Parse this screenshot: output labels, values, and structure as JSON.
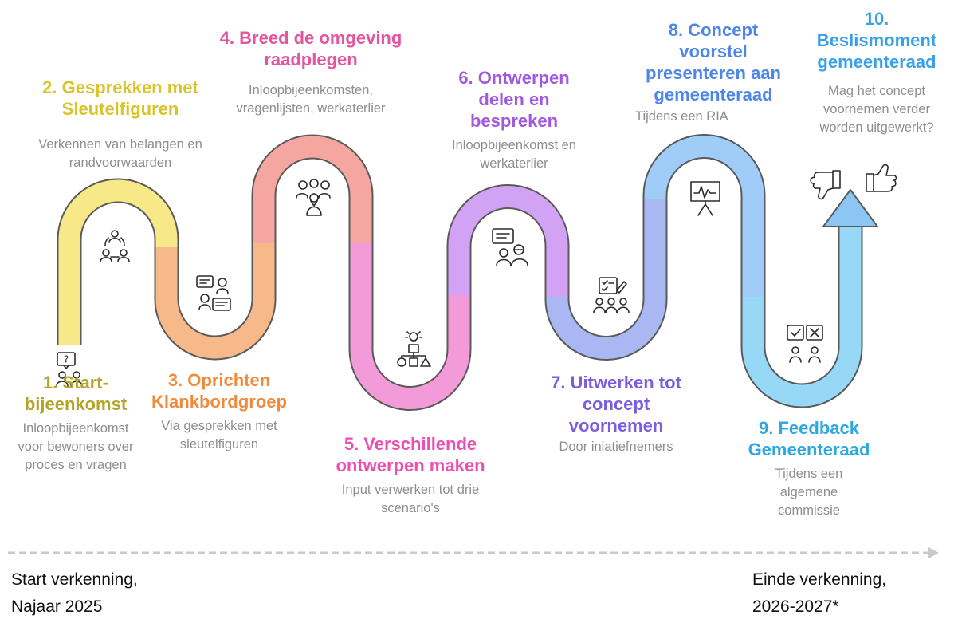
{
  "stages": [
    {
      "title": "1. Start-bijeenkomst",
      "description": "Inloopbijeenkomst voor bewoners over proces en vragen",
      "color": "#b5a42a"
    },
    {
      "title": "2. Gesprekken met Sleutelfiguren",
      "description": "Verkennen van belangen en randvoorwaarden",
      "color": "#d9c52b"
    },
    {
      "title": "3. Oprichten Klankbordgroep",
      "description": "Via gesprekken met sleutelfiguren",
      "color": "#f08a3c"
    },
    {
      "title": "4. Breed de omgeving raadplegen",
      "description": "Inloopbijeenkomsten, vragenlijsten, werkaterlier",
      "color": "#e3559f"
    },
    {
      "title": "5. Verschillende ontwerpen maken",
      "description": "Input verwerken tot drie scenario's",
      "color": "#ec4fb4"
    },
    {
      "title": "6. Ontwerpen delen en bespreken",
      "description": "Inloopbijeenkomst en werkaterlier",
      "color": "#a159e0"
    },
    {
      "title": "7. Uitwerken tot concept voornemen",
      "description": "Door iniatiefnemers",
      "color": "#7b5de0"
    },
    {
      "title": "8. Concept voorstel presenteren aan gemeenteraad",
      "description": "Tijdens een RIA",
      "color": "#4d86e8"
    },
    {
      "title": "9. Feedback Gemeenteraad",
      "description": "Tijdens een algemene commissie",
      "color": "#2ea9e0"
    },
    {
      "title": "10. Beslismoment gemeenteraad",
      "description": "Mag het concept voornemen verder worden uitgewerkt?",
      "color": "#3aa0e8"
    }
  ],
  "timeline": {
    "start_label_1": "Start verkenning,",
    "start_label_2": "Najaar 2025",
    "end_label_1": "Einde verkenning,",
    "end_label_2": "2026-2027*"
  },
  "segment_colors": [
    "#f7e987",
    "#f8b98a",
    "#f5a6a0",
    "#f39bd8",
    "#d2a3f4",
    "#a9b7f3",
    "#a0cdf7",
    "#97d8f7"
  ],
  "arrow_color": "#8cc6f3"
}
